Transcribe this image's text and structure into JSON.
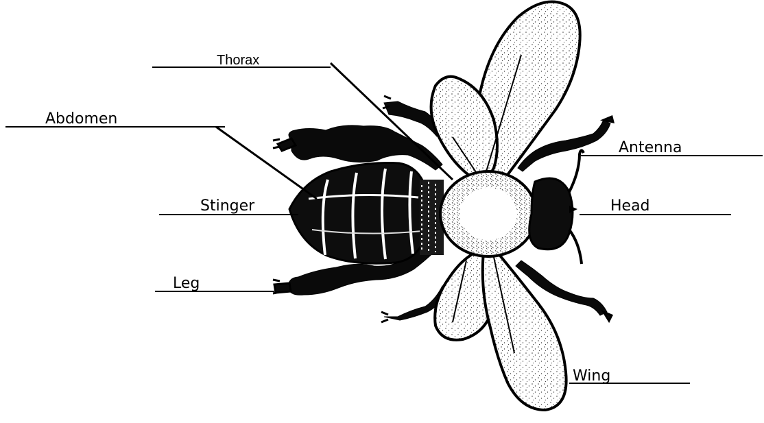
{
  "diagram": {
    "labels": {
      "thorax": "Thorax",
      "abdomen": "Abdomen",
      "stinger": "Stinger",
      "leg": "Leg",
      "antenna": "Antenna",
      "head": "Head",
      "wing": "Wing"
    }
  }
}
